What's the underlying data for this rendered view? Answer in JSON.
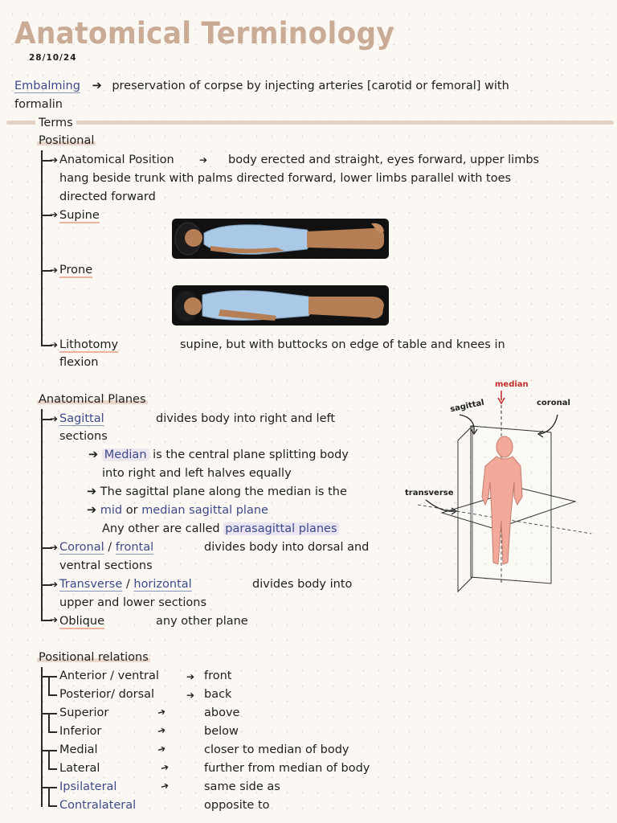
{
  "title": "Anatomical Terminology",
  "date": "28/10/24",
  "embalming": {
    "term": "Embalming",
    "definition_line1": "preservation of corpse by injecting arteries [carotid or femoral] with",
    "definition_line2": "formalin"
  },
  "terms_heading": "Terms",
  "positional": {
    "heading": "Positional",
    "anatomical_position": {
      "term": "Anatomical Position",
      "line1": "body erected and straight, eyes forward, upper limbs",
      "line2": "hang beside trunk with palms directed forward, lower limbs parallel with toes",
      "line3": "directed forward"
    },
    "supine": "Supine",
    "prone": "Prone",
    "lithotomy": {
      "term": "Lithotomy",
      "line1": "supine, but with buttocks on edge of table and knees in",
      "line2": "flexion"
    }
  },
  "planes": {
    "heading": "Anatomical Planes",
    "sagittal": {
      "term": "Sagittal",
      "line1": "divides body into right and left",
      "line2": "sections"
    },
    "median": {
      "term": "Median",
      "line1": "is the central plane splitting body",
      "line2": "into right and left halves equally"
    },
    "sagittal_along": "The sagittal plane along the median is the",
    "mid_term": "mid",
    "or_text": "or",
    "median_sagittal_term": "median sagittal plane",
    "other": "Any other are called",
    "parasagittal_term": "parasagittal planes",
    "coronal": {
      "term1": "Coronal",
      "sep": "/",
      "term2": "frontal",
      "line1": "divides body into dorsal and",
      "line2": "ventral sections"
    },
    "transverse": {
      "term1": "Transverse",
      "sep": "/",
      "term2": "horizontal",
      "line1": "divides body into",
      "line2": "upper and lower sections"
    },
    "oblique": {
      "term": "Oblique",
      "definition": "any other plane"
    }
  },
  "diagram_labels": {
    "median": "median",
    "sagittal": "sagittal",
    "coronal": "coronal",
    "transverse": "transverse"
  },
  "relations": {
    "heading": "Positional relations",
    "rows": [
      {
        "term": "Anterior / ventral",
        "meaning": "front"
      },
      {
        "term": "Posterior/ dorsal",
        "meaning": "back"
      },
      {
        "term": "Superior",
        "meaning": "above"
      },
      {
        "term": "Inferior",
        "meaning": "below"
      },
      {
        "term": "Medial",
        "meaning": "closer to median of body"
      },
      {
        "term": "Lateral",
        "meaning": "further from median of body"
      },
      {
        "term": "Ipsilateral",
        "meaning": "same side as"
      },
      {
        "term": "Contralateral",
        "meaning": "opposite to"
      }
    ]
  },
  "colors": {
    "title": "#c9ab96",
    "term_blue": "#3d4a8a",
    "median_red": "#c42a2a",
    "underline_peach": "#e8b49f",
    "skin": "#b57e55",
    "gown": "#a9c9e6",
    "body_pink": "#f2a99a"
  }
}
